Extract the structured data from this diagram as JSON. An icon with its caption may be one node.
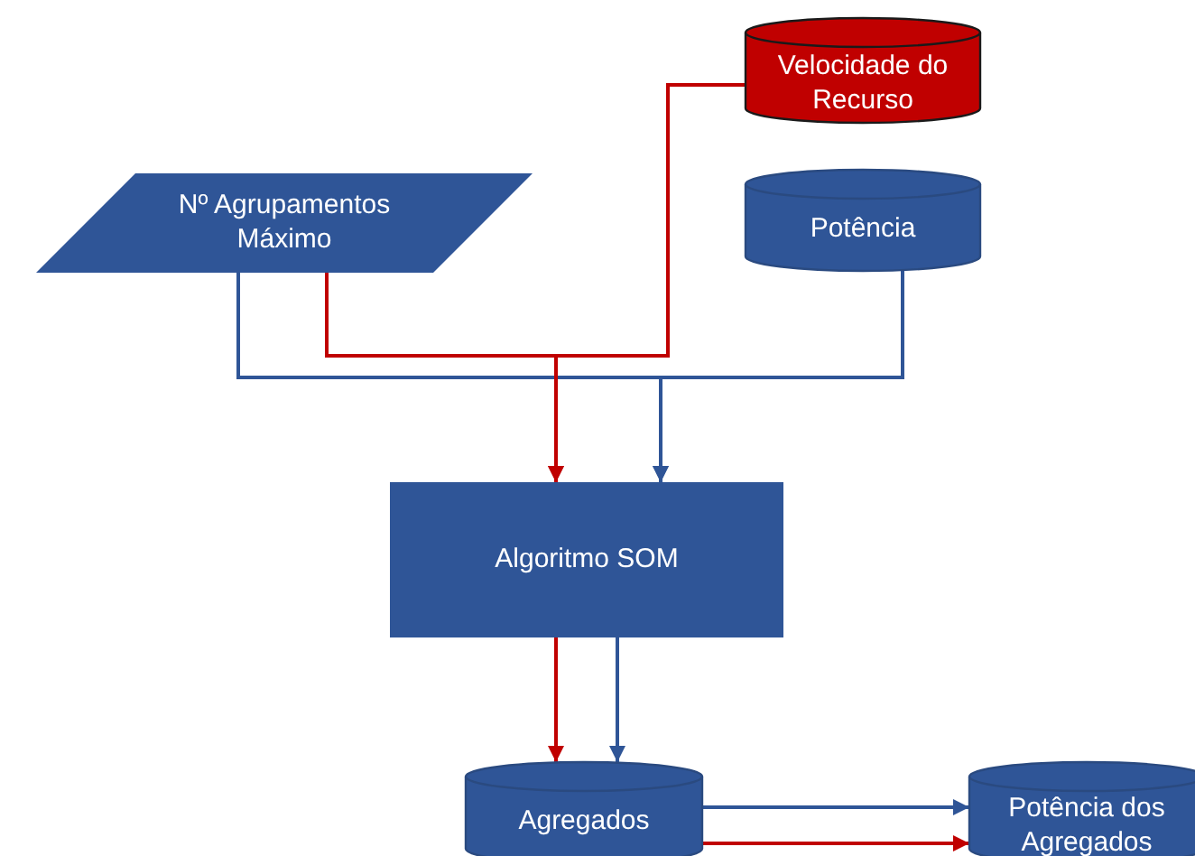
{
  "diagram": {
    "nodes": [
      {
        "text": [
          "Nº Agrupamentos Máximo"
        ]
      },
      {
        "text": [
          "Velocidade do Recurso"
        ]
      },
      {
        "text": [
          "Potência"
        ]
      },
      {
        "text": [
          "Algoritmo SOM"
        ]
      },
      {
        "text": [
          "Agregados"
        ]
      },
      {
        "text": [
          "Potência dos Agregados"
        ]
      }
    ],
    "edges": [
      {
        "from": 0,
        "to": 3,
        "arrow": "to",
        "color": "#2f5597"
      },
      {
        "from": 2,
        "to": 3,
        "arrow": "to",
        "color": "#2f5597"
      },
      {
        "from": 1,
        "to": 3,
        "arrow": "to",
        "color": "#c00000"
      },
      {
        "from": 0,
        "to": 3,
        "arrow": "to",
        "color": "#c00000"
      },
      {
        "from": 3,
        "to": 4,
        "arrow": "to",
        "color": "#c00000"
      },
      {
        "from": 3,
        "to": 4,
        "arrow": "to",
        "color": "#2f5597"
      },
      {
        "from": 4,
        "to": 5,
        "arrow": "to",
        "color": "#2f5597"
      },
      {
        "from": 4,
        "to": 5,
        "arrow": "to",
        "color": "#c00000"
      }
    ]
  }
}
